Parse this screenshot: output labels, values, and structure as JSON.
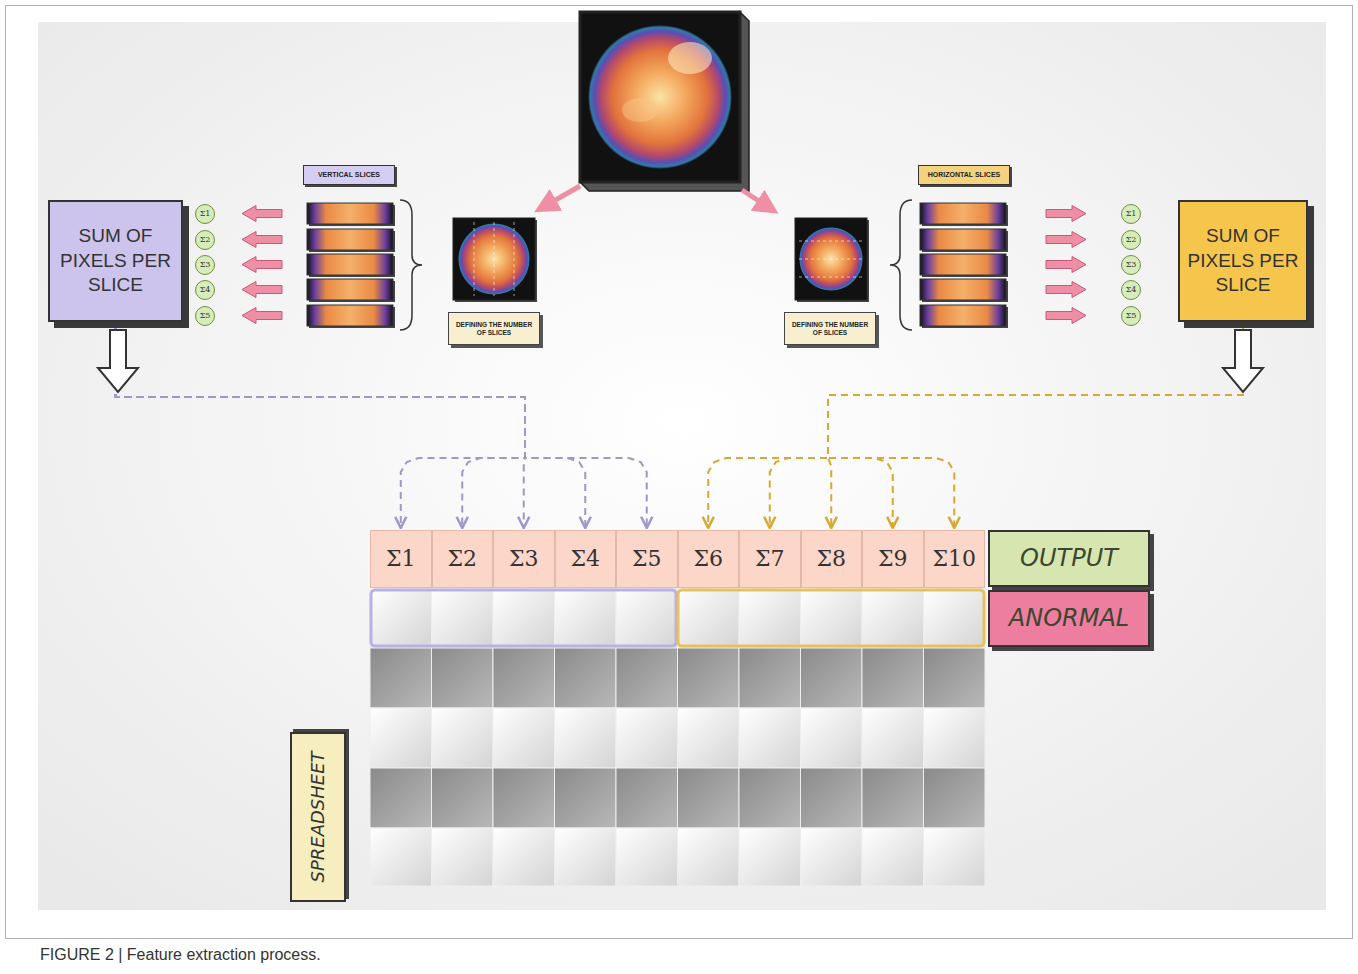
{
  "diagram": {
    "caption": "FIGURE 2 | Feature extraction process.",
    "nodes": [
      {
        "text": [
          "VERTICAL SLICES"
        ]
      },
      {
        "text": [
          "HORIZONTAL SLICES"
        ]
      },
      {
        "text": [
          "SUM OF PIXELS PER SLICE"
        ]
      },
      {
        "text": [
          "Σ1"
        ]
      },
      {
        "text": [
          "Σ2"
        ]
      },
      {
        "text": [
          "Σ3"
        ]
      },
      {
        "text": [
          "Σ4"
        ]
      },
      {
        "text": [
          "Σ5"
        ]
      },
      {
        "text": [
          "DEFINING THE NUMBER OF SLICES"
        ]
      },
      {
        "text": [
          "DEFINING THE NUMBER OF SLICES"
        ]
      },
      {
        "text": [
          "Σ1"
        ]
      },
      {
        "text": [
          "Σ2"
        ]
      },
      {
        "text": [
          "Σ3"
        ]
      },
      {
        "text": [
          "Σ4"
        ]
      },
      {
        "text": [
          "Σ5"
        ]
      },
      {
        "text": [
          "SUM OF PIXELS PER SLICE"
        ]
      },
      {
        "text": [
          "Σ1"
        ]
      },
      {
        "text": [
          "Σ2"
        ]
      },
      {
        "text": [
          "Σ3"
        ]
      },
      {
        "text": [
          "Σ4"
        ]
      },
      {
        "text": [
          "Σ5"
        ]
      },
      {
        "text": [
          "Σ6"
        ]
      },
      {
        "text": [
          "Σ7"
        ]
      },
      {
        "text": [
          "Σ8"
        ]
      },
      {
        "text": [
          "Σ9"
        ]
      },
      {
        "text": [
          "Σ10"
        ]
      },
      {
        "text": [
          "OUTPUT"
        ]
      },
      {
        "text": [
          "ANORMAL"
        ]
      },
      {
        "text": [
          "SPREADSHEET"
        ]
      }
    ],
    "edges": [
      {
        "from": 2,
        "to": 16,
        "arrow": "to"
      },
      {
        "from": 2,
        "to": 17,
        "arrow": "to"
      },
      {
        "from": 2,
        "to": 18,
        "arrow": "to"
      },
      {
        "from": 2,
        "to": 19,
        "arrow": "to"
      },
      {
        "from": 2,
        "to": 20,
        "arrow": "to"
      },
      {
        "from": 15,
        "to": 21,
        "arrow": "to"
      },
      {
        "from": 15,
        "to": 22,
        "arrow": "to"
      },
      {
        "from": 15,
        "to": 23,
        "arrow": "to"
      },
      {
        "from": 15,
        "to": 24,
        "arrow": "to"
      },
      {
        "from": 15,
        "to": 25,
        "arrow": "to"
      }
    ]
  }
}
